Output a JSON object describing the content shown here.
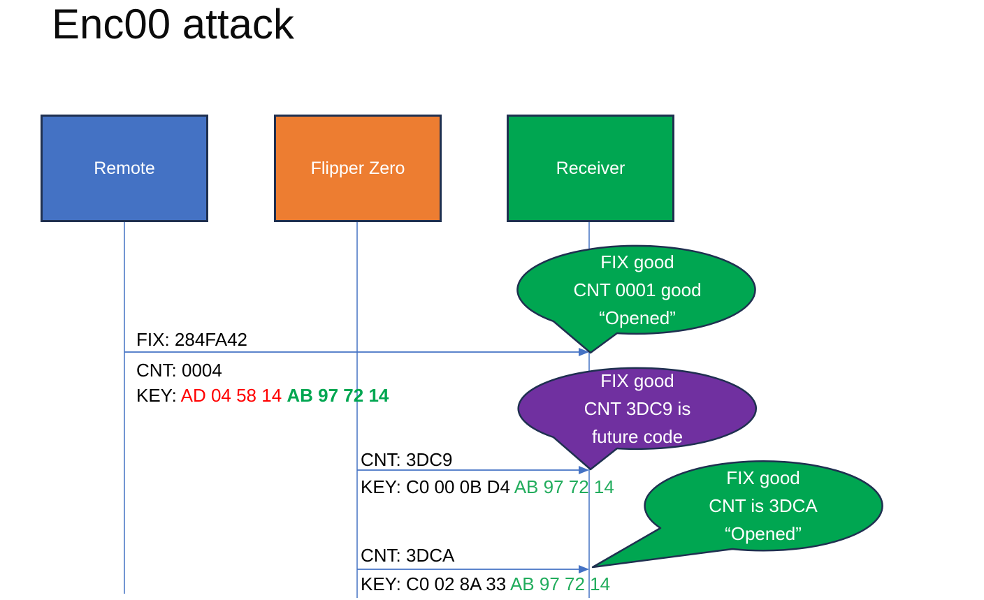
{
  "title": "Enc00 attack",
  "actors": [
    {
      "label": "Remote",
      "fill": "#4472C4"
    },
    {
      "label": "Flipper Zero",
      "fill": "#ED7D31"
    },
    {
      "label": "Receiver",
      "fill": "#00A651"
    }
  ],
  "messages": [
    {
      "fix": "FIX: 284FA42",
      "cnt": "CNT: 0004",
      "key_prefix": "KEY: ",
      "key_red": "AD 04 58 14 ",
      "key_green": "AB 97 72 14"
    },
    {
      "cnt": "CNT: 3DC9",
      "key_prefix": "KEY: C0 00 0B D4 ",
      "key_green": "AB 97 72 14"
    },
    {
      "cnt": "CNT: 3DCA",
      "key_prefix": "KEY: C0 02 8A 33 ",
      "key_green": "AB 97 72 14"
    }
  ],
  "callouts": [
    {
      "line1": "FIX good",
      "line2": "CNT 0001 good",
      "line3": "“Opened”",
      "fill": "#00A651"
    },
    {
      "line1": "FIX good",
      "line2": "CNT 3DC9 is",
      "line3": "future code",
      "fill": "#7030A0"
    },
    {
      "line1": "FIX good",
      "line2": "CNT is 3DCA",
      "line3": "“Opened”",
      "fill": "#00A651"
    }
  ],
  "colors": {
    "remote_blue": "#4472C4",
    "flipper_orange": "#ED7D31",
    "receiver_green": "#00A651",
    "callout_purple": "#7030A0",
    "outline_navy": "#1F3050",
    "connector_blue": "#4472C4",
    "key_red": "#FF0000",
    "key_green_bold": "#00A651",
    "key_green": "#21AC5C"
  }
}
